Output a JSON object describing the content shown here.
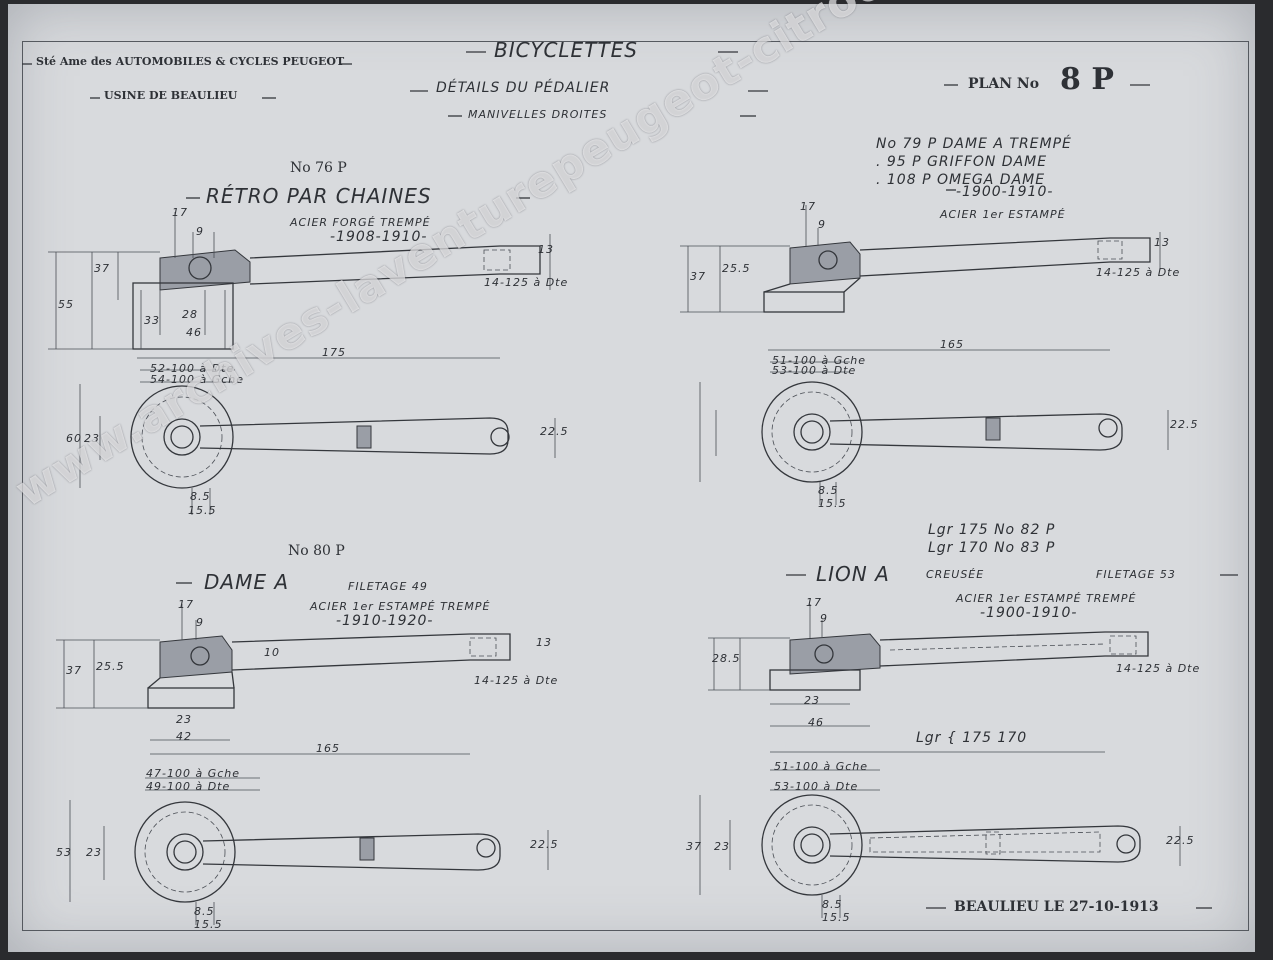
{
  "header": {
    "company": "Sté Ame des AUTOMOBILES & CYCLES PEUGEOT",
    "factory": "USINE DE BEAULIEU",
    "title": "BICYCLETTES",
    "subtitle": "DÉTAILS DU PÉDALIER",
    "subsubtitle": "MANIVELLES DROITES",
    "plan_label": "PLAN No",
    "plan_number": "8 P"
  },
  "watermark": "www.archives-laventurepeugeot-citroen-ds.com",
  "sections": {
    "tl": {
      "number": "No 76 P",
      "name": "RÉTRO PAR CHAINES",
      "material": "ACIER FORGÉ TREMPÉ",
      "years": "-1908-1910-",
      "dims": {
        "d17": "17",
        "d9": "9",
        "d55": "55",
        "d37": "37",
        "d28": "28",
        "d46": "46",
        "d33": "33",
        "d175": "175",
        "d60": "60",
        "d23": "23",
        "d225": "22.5",
        "d85": "8.5",
        "d155": "15.5",
        "d13": "13"
      },
      "thread": "14-125 à Dte",
      "bore_a": "52-100 à Dte",
      "bore_b": "54-100 à Gche"
    },
    "tr": {
      "variants": [
        "No 79 P DAME A TREMPÉ",
        ". 95 P GRIFFON DAME",
        ". 108 P OMEGA DAME"
      ],
      "years": "-1900-1910-",
      "material": "ACIER 1er ESTAMPÉ",
      "dims": {
        "d17": "17",
        "d9": "9",
        "d37": "37",
        "d255": "25.5",
        "d165": "165",
        "d225": "22.5",
        "d85": "8.5",
        "d155": "15.5",
        "d13": "13"
      },
      "thread": "14-125 à Dte",
      "bore_a": "51-100 à Gche",
      "bore_b": "53-100 à Dte"
    },
    "mid": {
      "number": "No 80 P",
      "lengths": [
        "Lgr 175 No 82 P",
        "Lgr 170 No 83 P"
      ]
    },
    "bl": {
      "name": "DAME A",
      "thread_note": "FILETAGE 49",
      "material": "ACIER 1er ESTAMPÉ TREMPÉ",
      "years": "-1910-1920-",
      "dims": {
        "d17": "17",
        "d9": "9",
        "d37": "37",
        "d255": "25.5",
        "d23": "23",
        "d42": "42",
        "d165": "165",
        "d53": "53",
        "d225": "22.5",
        "d85": "8.5",
        "d155": "15.5",
        "d10": "10"
      },
      "thread": "14-125 à Dte",
      "bore_a": "47-100 à Gche",
      "bore_b": "49-100 à Dte"
    },
    "br": {
      "name": "LION A",
      "subname": "CREUSÉE",
      "thread_note": "FILETAGE 53",
      "material": "ACIER 1er ESTAMPÉ TREMPÉ",
      "years": "-1900-1910-",
      "dims": {
        "d17": "17",
        "d9": "9",
        "d285": "28.5",
        "d23": "23",
        "d46": "46",
        "d37": "37",
        "d225": "22.5",
        "d85": "8.5",
        "d155": "15.5"
      },
      "length_note": "Lgr { 175 170",
      "thread": "14-125 à Dte",
      "bore_a": "51-100 à Gche",
      "bore_b": "53-100 à Dte"
    }
  },
  "footer": {
    "place_date": "BEAULIEU LE 27-10-1913"
  }
}
